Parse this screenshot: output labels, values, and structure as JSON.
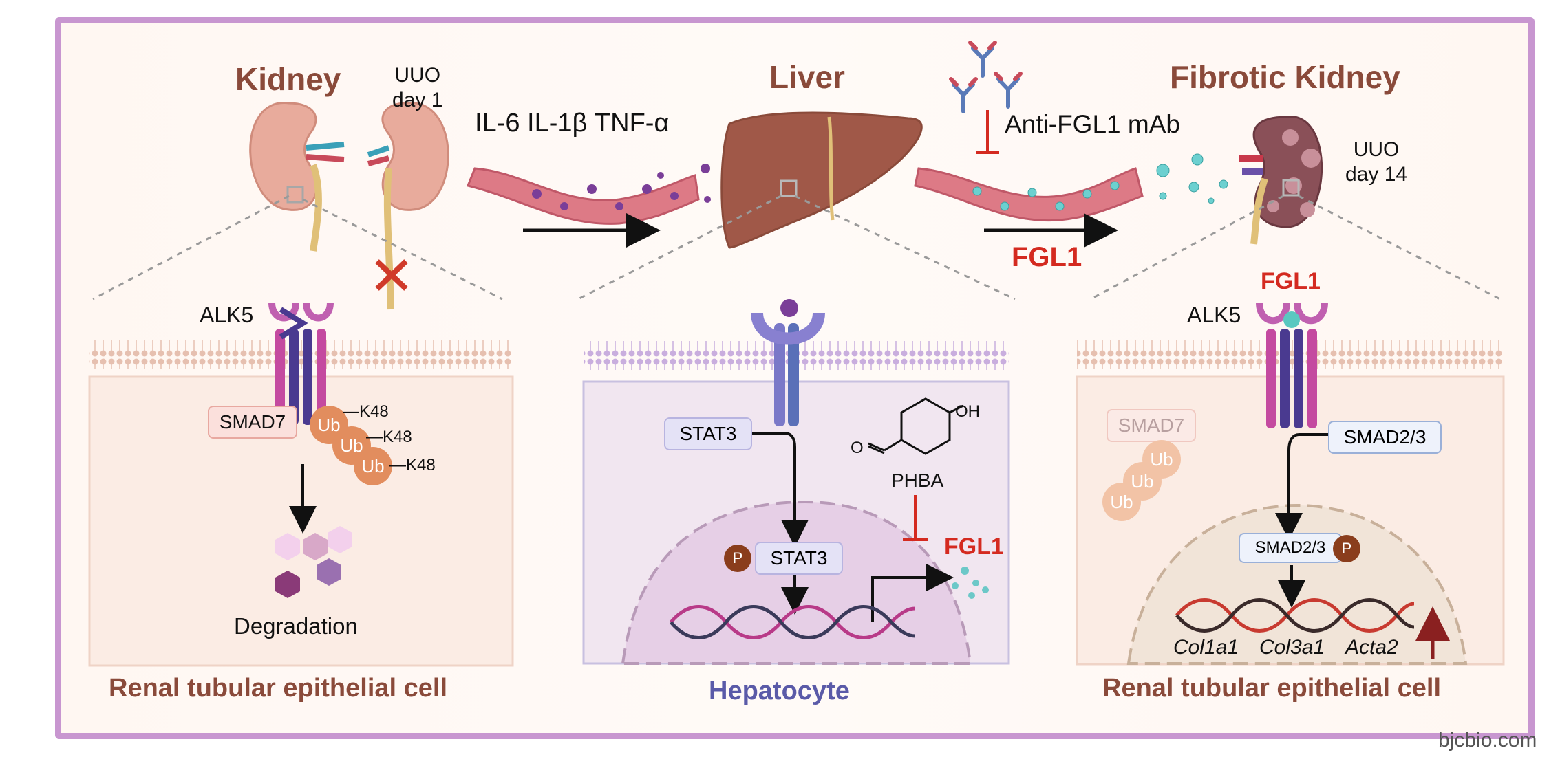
{
  "panels": {
    "kidney": {
      "title": "Kidney",
      "uuo_label": "UUO\nday 1",
      "uuo_line1": "UUO",
      "uuo_line2": "day 1",
      "receptor": "ALK5",
      "smad7": "SMAD7",
      "ub": "Ub",
      "k48": "K48",
      "degradation": "Degradation",
      "cell": "Renal tubular epithelial cell"
    },
    "cytokines": "IL-6  IL-1β TNF-α",
    "liver": {
      "title": "Liver",
      "stat3": "STAT3",
      "p": "P",
      "phba": "PHBA",
      "phba_o": "O",
      "phba_oh": "OH",
      "fgl1": "FGL1",
      "cell": "Hepatocyte"
    },
    "antibody": "Anti-FGL1 mAb",
    "fgl1_blood": "FGL1",
    "fibrotic": {
      "title": "Fibrotic Kidney",
      "uuo_line1": "UUO",
      "uuo_line2": "day 14",
      "fgl1": "FGL1",
      "receptor": "ALK5",
      "smad7": "SMAD7",
      "ub": "Ub",
      "smad23": "SMAD2/3",
      "p": "P",
      "genes": [
        "Col1a1",
        "Col3a1",
        "Acta2"
      ],
      "cell": "Renal tubular epithelial cell"
    },
    "watermark": "bjcbio.com"
  },
  "colors": {
    "frame": "#c896d0",
    "organ_title": "#8a4a3a",
    "highlight_red": "#d42a20",
    "hepatocyte": "#5a5aa8",
    "ubiquitin": "#e28d5e",
    "phospho": "#8a3d1c"
  }
}
